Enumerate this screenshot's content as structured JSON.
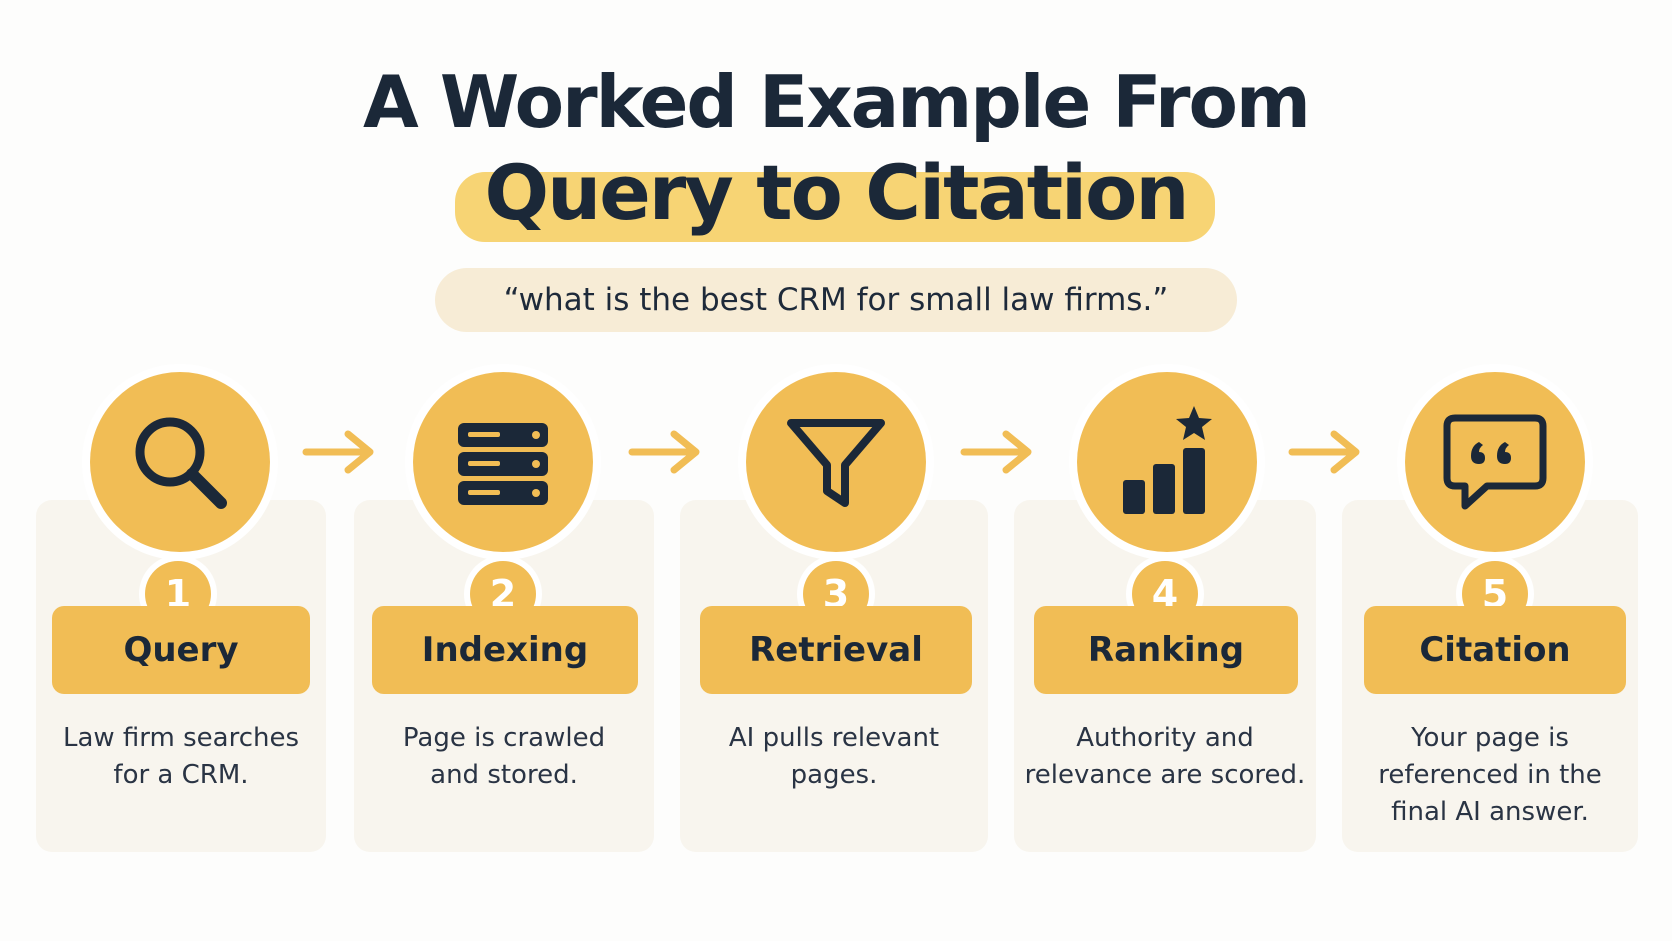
{
  "title": {
    "line1": "A Worked Example From",
    "line2": "Query to Citation"
  },
  "query_text": "“what is the best CRM for small law firms.”",
  "colors": {
    "accent": "#f1bd55",
    "title_highlight": "#f6cd5c",
    "dark": "#1b2838",
    "card_bg": "#f8f5ee",
    "pill_bg": "#f7ecd6"
  },
  "steps": [
    {
      "number": "1",
      "label": "Query",
      "desc_line1": "Law firm searches",
      "desc_line2": "for a CRM.",
      "desc_line3": "",
      "icon": "magnifier-icon"
    },
    {
      "number": "2",
      "label": "Indexing",
      "desc_line1": "Page is crawled",
      "desc_line2": "and stored.",
      "desc_line3": "",
      "icon": "server-icon"
    },
    {
      "number": "3",
      "label": "Retrieval",
      "desc_line1": "AI pulls relevant",
      "desc_line2": "pages.",
      "desc_line3": "",
      "icon": "funnel-icon"
    },
    {
      "number": "4",
      "label": "Ranking",
      "desc_line1": "Authority and",
      "desc_line2": "relevance are scored.",
      "desc_line3": "",
      "icon": "bar-chart-star-icon"
    },
    {
      "number": "5",
      "label": "Citation",
      "desc_line1": "Your page is",
      "desc_line2": "referenced in the",
      "desc_line3": "final AI answer.",
      "icon": "quote-bubble-icon"
    }
  ]
}
